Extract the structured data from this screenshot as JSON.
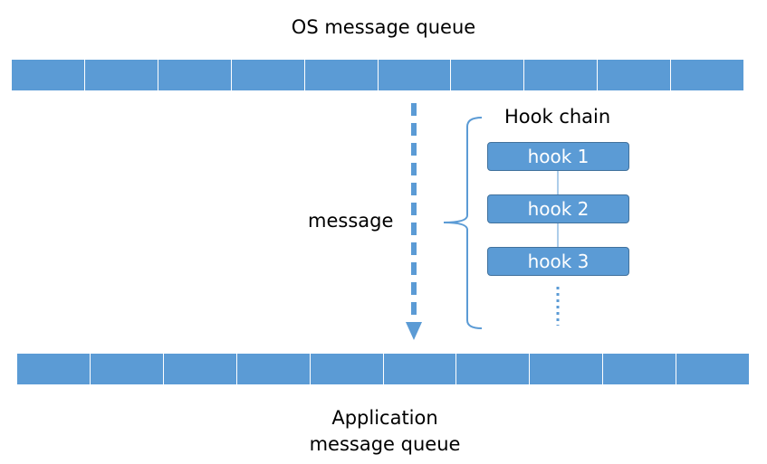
{
  "top_queue": {
    "title": "OS message queue",
    "cell_count": 10
  },
  "bottom_queue": {
    "title_line1": "Application",
    "title_line2": "message queue",
    "cell_count": 10
  },
  "arrow": {
    "label": "message"
  },
  "hook_chain": {
    "title": "Hook chain",
    "hooks": [
      "hook 1",
      "hook 2",
      "hook 3"
    ]
  },
  "colors": {
    "queue_fill": "#5b9bd5",
    "hook_fill": "#5b9bd5",
    "hook_border": "#41719c",
    "text": "#000000"
  }
}
